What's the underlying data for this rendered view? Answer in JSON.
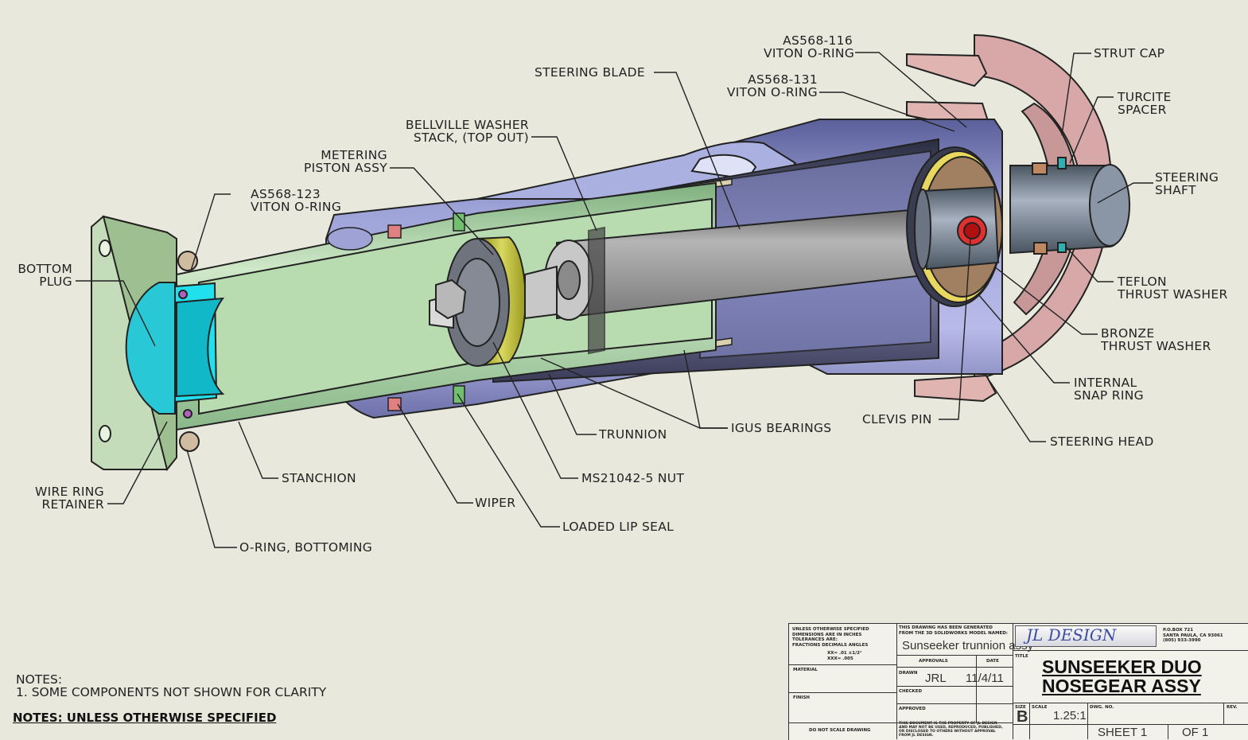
{
  "labels": {
    "as568_116": "AS568-116",
    "viton_oring_1": "VITON O-RING",
    "strut_cap": "STRUT CAP",
    "as568_131": "AS568-131",
    "viton_oring_2": "VITON O-RING",
    "turcite_1": "TURCITE",
    "turcite_2": "SPACER",
    "steering_blade": "STEERING BLADE",
    "bellville_1": "BELLVILLE WASHER",
    "bellville_2": "STACK, (TOP OUT)",
    "steering_shaft_1": "STEERING",
    "steering_shaft_2": "SHAFT",
    "metering_1": "METERING",
    "metering_2": "PISTON ASSY",
    "as568_123": "AS568-123",
    "viton_oring_3": "VITON O-RING",
    "bottom_plug_1": "BOTTOM",
    "bottom_plug_2": "PLUG",
    "teflon_1": "TEFLON",
    "teflon_2": "THRUST WASHER",
    "bronze_1": "BRONZE",
    "bronze_2": "THRUST WASHER",
    "internal_snap_1": "INTERNAL",
    "internal_snap_2": "SNAP RING",
    "clevis_pin": "CLEVIS PIN",
    "igus_bearings": "IGUS BEARINGS",
    "trunnion": "TRUNNION",
    "steering_head": "STEERING HEAD",
    "stanchion": "STANCHION",
    "ms21042_nut": "MS21042-5 NUT",
    "wire_ring_1": "WIRE RING",
    "wire_ring_2": "RETAINER",
    "wiper": "WIPER",
    "loaded_lip_seal": "LOADED LIP SEAL",
    "oring_bottoming": "O-RING, BOTTOMING"
  },
  "notes": {
    "heading": "NOTES:",
    "item1": "1. SOME COMPONENTS NOT SHOWN FOR CLARITY",
    "underlined": "NOTES: UNLESS OTHERWISE SPECIFIED"
  },
  "title_block": {
    "unless_1": "UNLESS OTHERWISE SPECIFIED",
    "unless_2": "DIMENSIONS ARE IN INCHES",
    "unless_3": "TOLERANCES ARE:",
    "unless_4": "FRACTIONS  DECIMALS  ANGLES",
    "tol_1": "XX= .01   ±1/2°",
    "tol_2": "XXX= .005",
    "material": "MATERIAL",
    "finish": "FINISH",
    "do_not_scale": "DO NOT SCALE DRAWING",
    "generated_1": "THIS DRAWING HAS BEEN GENERATED",
    "generated_2": "FROM THE 3D SOLIDWORKS MODEL NAMED:",
    "model_name": "Sunseeker trunnion assy",
    "approvals": "APPROVALS",
    "date_hdr": "DATE",
    "drawn_hdr": "DRAWN",
    "drawn_by": "JRL",
    "drawn_date": "11/4/11",
    "checked": "CHECKED",
    "approved": "APPROVED",
    "property_1": "THIS DOCUMENT IS THE PROPERTY OF JL DESIGN",
    "property_2": "AND MAY NOT BE USED, REPRODUCED, PUBLISHED,",
    "property_3": "OR DISCLOSED TO OTHERS WITHOUT APPROVAL",
    "property_4": "FROM JL DESIGN.",
    "logo": "JL DESIGN",
    "address_1": "P.O.BOX 721",
    "address_2": "SANTA PAULA, CA 93061",
    "address_3": "(805) 933-3990",
    "title_hdr": "TITLE",
    "title_1": "SUNSEEKER DUO",
    "title_2": "NOSEGEAR ASSY",
    "size_hdr": "SIZE",
    "size": "B",
    "scale_hdr": "SCALE",
    "scale": "1.25:1",
    "dwg_no": "DWG. NO.",
    "rev": "REV.",
    "sheet": "SHEET 1",
    "of": "OF 1"
  }
}
